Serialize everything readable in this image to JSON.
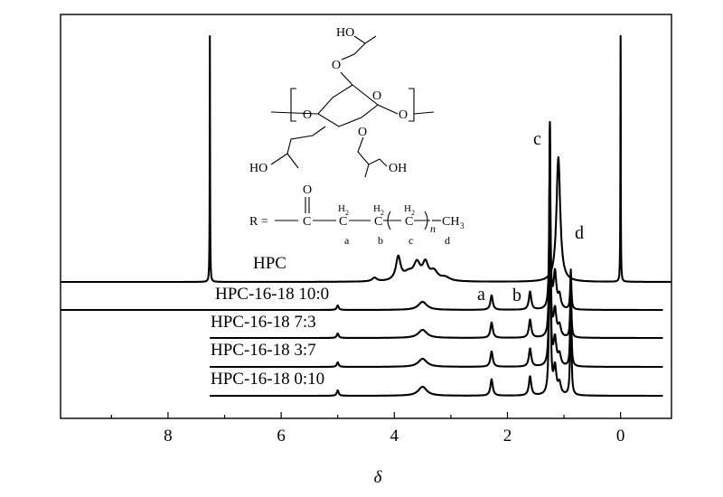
{
  "chart_data": {
    "type": "line",
    "title": "",
    "xlabel": "δ",
    "ylabel": "",
    "xlim": [
      9.9,
      -0.9
    ],
    "x_reversed": true,
    "x_ticks": [
      8,
      6,
      4,
      2,
      0
    ],
    "grid": false,
    "legend": "none",
    "series": [
      {
        "name": "HPC",
        "peaks": [
          {
            "x": 7.26,
            "height": 272,
            "width": 0.004
          },
          {
            "x": 4.35,
            "height": 4,
            "width": 0.05
          },
          {
            "x": 3.93,
            "height": 26,
            "width": 0.05
          },
          {
            "x": 3.75,
            "height": 8,
            "width": 0.1
          },
          {
            "x": 3.6,
            "height": 18,
            "width": 0.07
          },
          {
            "x": 3.45,
            "height": 18,
            "width": 0.06
          },
          {
            "x": 3.3,
            "height": 10,
            "width": 0.08
          },
          {
            "x": 3.1,
            "height": 4,
            "width": 0.1
          },
          {
            "x": 1.1,
            "height": 138,
            "width": 0.04
          },
          {
            "x": 0.0,
            "height": 272,
            "width": 0.004
          }
        ]
      },
      {
        "name": "HPC-16-18 10:0",
        "peaks": [
          {
            "x": 5.0,
            "height": 5,
            "width": 0.02
          },
          {
            "x": 3.5,
            "height": 9,
            "width": 0.09
          },
          {
            "x": 2.28,
            "height": 16,
            "width": 0.025
          },
          {
            "x": 1.6,
            "height": 20,
            "width": 0.025
          },
          {
            "x": 1.25,
            "height": 200,
            "width": 0.012
          },
          {
            "x": 1.16,
            "height": 40,
            "width": 0.03
          },
          {
            "x": 1.08,
            "height": 14,
            "width": 0.03
          },
          {
            "x": 0.88,
            "height": 44,
            "width": 0.012
          }
        ]
      },
      {
        "name": "HPC-16-18 7:3",
        "peaks": [
          {
            "x": 5.0,
            "height": 5,
            "width": 0.02
          },
          {
            "x": 3.5,
            "height": 9,
            "width": 0.09
          },
          {
            "x": 2.28,
            "height": 17,
            "width": 0.025
          },
          {
            "x": 1.6,
            "height": 20,
            "width": 0.025
          },
          {
            "x": 1.25,
            "height": 220,
            "width": 0.012
          },
          {
            "x": 1.16,
            "height": 30,
            "width": 0.03
          },
          {
            "x": 1.08,
            "height": 12,
            "width": 0.03
          },
          {
            "x": 0.88,
            "height": 60,
            "width": 0.012
          }
        ]
      },
      {
        "name": "HPC-16-18 3:7",
        "peaks": [
          {
            "x": 5.0,
            "height": 5,
            "width": 0.02
          },
          {
            "x": 3.5,
            "height": 9,
            "width": 0.09
          },
          {
            "x": 2.28,
            "height": 17,
            "width": 0.025
          },
          {
            "x": 1.6,
            "height": 20,
            "width": 0.025
          },
          {
            "x": 1.25,
            "height": 250,
            "width": 0.012
          },
          {
            "x": 1.16,
            "height": 30,
            "width": 0.03
          },
          {
            "x": 1.08,
            "height": 12,
            "width": 0.03
          },
          {
            "x": 0.88,
            "height": 90,
            "width": 0.012
          }
        ]
      },
      {
        "name": "HPC-16-18 0:10",
        "peaks": [
          {
            "x": 5.0,
            "height": 6,
            "width": 0.02
          },
          {
            "x": 3.5,
            "height": 10,
            "width": 0.09
          },
          {
            "x": 2.28,
            "height": 18,
            "width": 0.025
          },
          {
            "x": 1.6,
            "height": 21,
            "width": 0.025
          },
          {
            "x": 1.25,
            "height": 300,
            "width": 0.012
          },
          {
            "x": 1.16,
            "height": 30,
            "width": 0.03
          },
          {
            "x": 1.08,
            "height": 12,
            "width": 0.03
          },
          {
            "x": 0.88,
            "height": 120,
            "width": 0.012
          }
        ]
      }
    ],
    "annotations": [
      {
        "text": "a",
        "x": 2.28
      },
      {
        "text": "b",
        "x": 1.6
      },
      {
        "text": "c",
        "x": 1.25
      },
      {
        "text": "d",
        "x": 0.88
      }
    ]
  },
  "structure": {
    "ho_top": "HO",
    "ho_left": "HO",
    "oh_right": "OH",
    "ring_o1": "O",
    "ring_o2": "O",
    "ring_o3": "O",
    "ring_o4": "O",
    "ring_o5": "O",
    "r_label": "R =",
    "carbonyl_o": "O",
    "c1": "C",
    "c2": "C",
    "c3": "C",
    "c4": "C",
    "ch3": "CH",
    "ch3_sub": "3",
    "h2a": "H",
    "h2b": "H",
    "h2c": "H",
    "sub2": "2",
    "n": "n",
    "la": "a",
    "lb": "b",
    "lc": "c",
    "ld": "d"
  }
}
